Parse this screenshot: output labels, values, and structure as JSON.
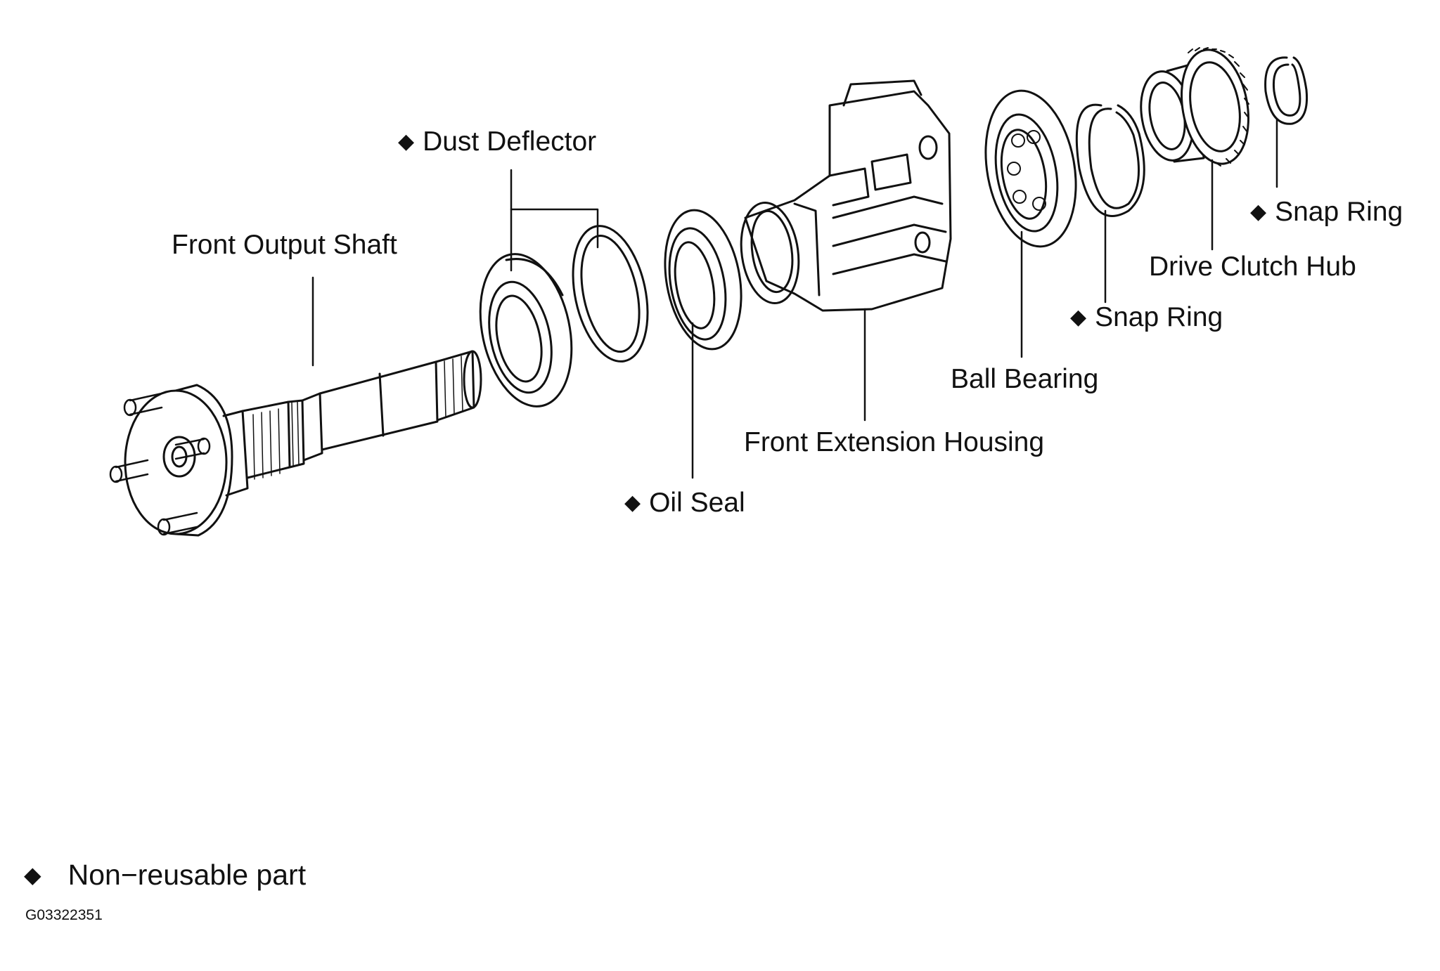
{
  "symbols": {
    "non_reusable_marker": "◆"
  },
  "labels": {
    "dust_deflector": "Dust Deflector",
    "front_output_shaft": "Front Output Shaft",
    "oil_seal": "Oil Seal",
    "front_extension_housing": "Front Extension Housing",
    "ball_bearing": "Ball Bearing",
    "snap_ring_1": "Snap Ring",
    "drive_clutch_hub": "Drive Clutch Hub",
    "snap_ring_2": "Snap Ring"
  },
  "legend": {
    "text": "Non−reusable part"
  },
  "figure_id": "G03322351",
  "colors": {
    "line": "#111111",
    "background": "#ffffff"
  }
}
